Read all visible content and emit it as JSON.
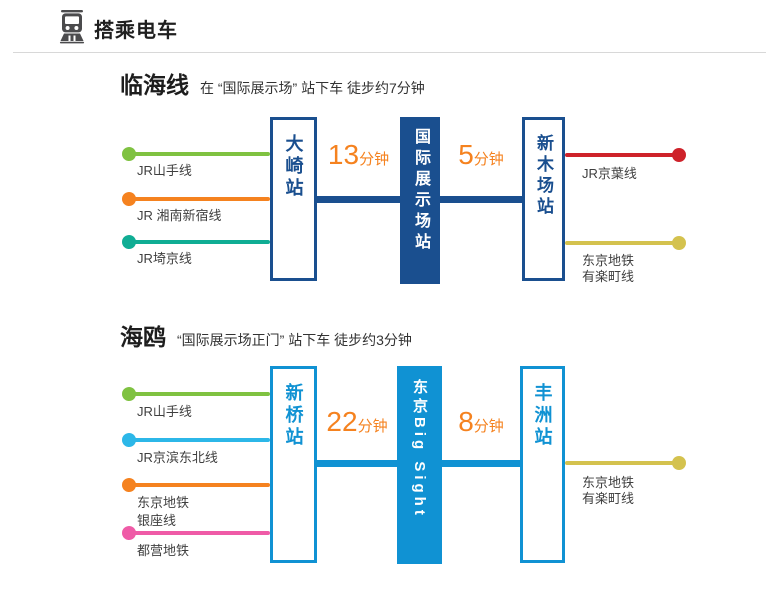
{
  "header": {
    "title": "搭乘电车",
    "icon": "train-front-icon",
    "icon_color": "#4b4b4d",
    "rule_color": "#d8d8d8"
  },
  "sections": [
    {
      "title": "临海线",
      "subtitle": "在 “国际展示场” 站下车 徒步约7分钟",
      "accent": "#1a4f8f",
      "station_left": "大崎站",
      "station_center": "国际展示场站",
      "station_right": "新木场站",
      "duration1": {
        "num": "13",
        "unit": "分钟"
      },
      "duration2": {
        "num": "5",
        "unit": "分钟"
      },
      "left_lines": [
        {
          "name": "JR山手线",
          "color": "#7fc241"
        },
        {
          "name": "JR 湘南新宿线",
          "color": "#f5821f"
        },
        {
          "name": "JR埼京线",
          "color": "#10ad94"
        }
      ],
      "right_lines": [
        {
          "name": "JR京葉线",
          "name2": "",
          "color": "#ce222a"
        },
        {
          "name": "东京地铁",
          "name2": "有楽町线",
          "color": "#d4c24e"
        }
      ]
    },
    {
      "title": "海鸥",
      "subtitle": "“国际展示场正门” 站下车 徒步约3分钟",
      "accent": "#1092d3",
      "station_left": "新桥站",
      "station_center": "东京Big Sight",
      "station_right": "丰洲站",
      "duration1": {
        "num": "22",
        "unit": "分钟"
      },
      "duration2": {
        "num": "8",
        "unit": "分钟"
      },
      "left_lines": [
        {
          "name": "JR山手线",
          "color": "#7fc241"
        },
        {
          "name": "JR京滨东北线",
          "color": "#2cb7e8"
        },
        {
          "name": "东京地铁",
          "name2": "银座线",
          "color": "#f5821f"
        },
        {
          "name": "都营地铁",
          "color": "#ef5ba7"
        }
      ],
      "right_lines": [
        {
          "name": "东京地铁",
          "name2": "有楽町线",
          "color": "#d4c24e"
        }
      ]
    }
  ],
  "duration_color": "#f5821f",
  "label_color": "#3f3f3f"
}
